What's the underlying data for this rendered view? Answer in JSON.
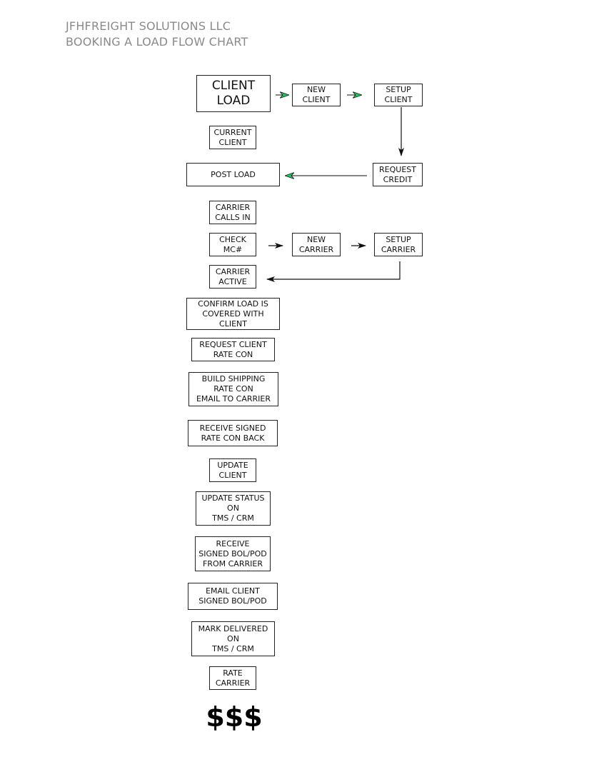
{
  "header": {
    "line1": "JFHFREIGHT SOLUTIONS LLC",
    "line2": "BOOKING A LOAD FLOW CHART"
  },
  "colors": {
    "green_arrow": "#22c55e",
    "line": "#111111"
  },
  "nodes": {
    "client_load": "CLIENT\nLOAD",
    "new_client": "NEW\nCLIENT",
    "setup_client": "SETUP\nCLIENT",
    "current_client": "CURRENT\nCLIENT",
    "post_load": "POST LOAD",
    "request_credit": "REQUEST\nCREDIT",
    "carrier_calls_in": "CARRIER\nCALLS IN",
    "check_mc": "CHECK\nMC#",
    "new_carrier": "NEW\nCARRIER",
    "setup_carrier": "SETUP\nCARRIER",
    "carrier_active": "CARRIER\nACTIVE",
    "confirm_load": "CONFIRM LOAD IS\nCOVERED WITH\nCLIENT",
    "request_rate_con": "REQUEST CLIENT\nRATE CON",
    "build_shipping": "BUILD SHIPPING\nRATE CON\nEMAIL TO CARRIER",
    "receive_signed_rate": "RECEIVE SIGNED\nRATE CON BACK",
    "update_client": "UPDATE\nCLIENT",
    "update_status": "UPDATE STATUS\nON\nTMS / CRM",
    "receive_bol": "RECEIVE\nSIGNED BOL/POD\nFROM CARRIER",
    "email_client_bol": "EMAIL CLIENT\nSIGNED BOL/POD",
    "mark_delivered": "MARK DELIVERED\nON\nTMS / CRM",
    "rate_carrier": "RATE\nCARRIER"
  },
  "footer": {
    "money": "$$$"
  }
}
